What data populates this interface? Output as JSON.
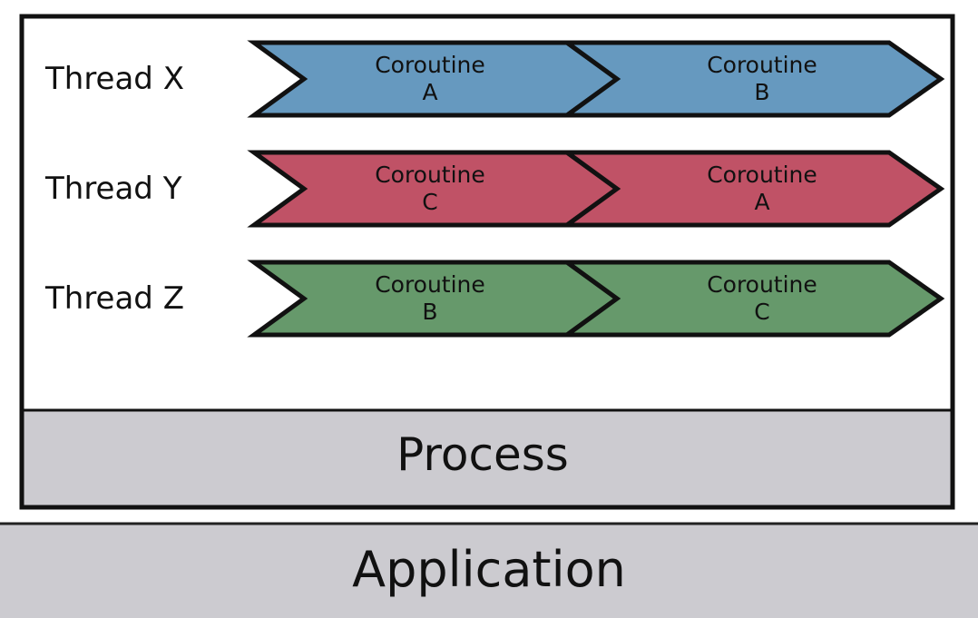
{
  "application": {
    "label": "Application",
    "fill": "#cccbd0"
  },
  "process": {
    "label": "Process",
    "fill": "#cccbd0"
  },
  "threads": [
    {
      "label": "Thread X",
      "color": "#6699bf",
      "coroutines": [
        {
          "line1": "Coroutine",
          "line2": "A"
        },
        {
          "line1": "Coroutine",
          "line2": "B"
        }
      ]
    },
    {
      "label": "Thread Y",
      "color": "#c05266",
      "coroutines": [
        {
          "line1": "Coroutine",
          "line2": "C"
        },
        {
          "line1": "Coroutine",
          "line2": "A"
        }
      ]
    },
    {
      "label": "Thread Z",
      "color": "#66996b",
      "coroutines": [
        {
          "line1": "Coroutine",
          "line2": "B"
        },
        {
          "line1": "Coroutine",
          "line2": "C"
        }
      ]
    }
  ]
}
